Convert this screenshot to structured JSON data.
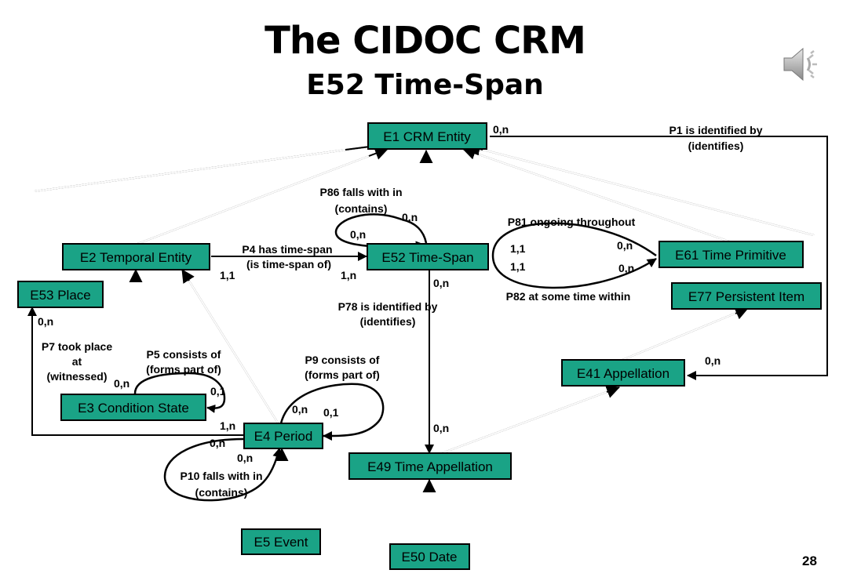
{
  "title": "The CIDOC CRM",
  "subtitle": "E52 Time-Span",
  "page_number": "28",
  "icons": {
    "speaker": "speaker-icon"
  },
  "nodes": {
    "e1": "E1 CRM Entity",
    "e2": "E2 Temporal Entity",
    "e3": "E3 Condition State",
    "e4": "E4 Period",
    "e5": "E5 Event",
    "e41": "E41 Appellation",
    "e49": "E49 Time Appellation",
    "e50": "E50 Date",
    "e52": "E52 Time-Span",
    "e53": "E53 Place",
    "e61": "E61 Time Primitive",
    "e77": "E77 Persistent Item"
  },
  "properties": {
    "p1": [
      "P1 is identified by",
      "(identifies)"
    ],
    "p4": [
      "P4 has time-span",
      "(is time-span of)"
    ],
    "p5": [
      "P5 consists of",
      "(forms part of)"
    ],
    "p7": [
      "P7 took place",
      "at",
      "(witnessed)"
    ],
    "p9": [
      "P9 consists of",
      "(forms part of)"
    ],
    "p10": [
      "P10 falls with in",
      "(contains)"
    ],
    "p78": [
      "P78 is identified by",
      "(identifies)"
    ],
    "p81": "P81 ongoing throughout",
    "p82": "P82 at some time within",
    "p86": [
      "P86 falls with in",
      "(contains)"
    ]
  },
  "cardinalities": {
    "p1_e1": "0,n",
    "p1_e41": "0,n",
    "p4_e2": "1,1",
    "p4_e52": "1,n",
    "p86_a": "0,n",
    "p86_b": "0,n",
    "p81_a": "1,1",
    "p81_b": "0,n",
    "p82_a": "1,1",
    "p82_b": "0,n",
    "p78_e52": "0,n",
    "p78_e49": "0,n",
    "p7_e53": "0,n",
    "p7_e4": "1,n",
    "p5_a": "0,n",
    "p5_b": "0,1",
    "p9_a": "0,n",
    "p9_b": "0,1",
    "p10_a": "0,n",
    "p10_b": "0,n"
  }
}
